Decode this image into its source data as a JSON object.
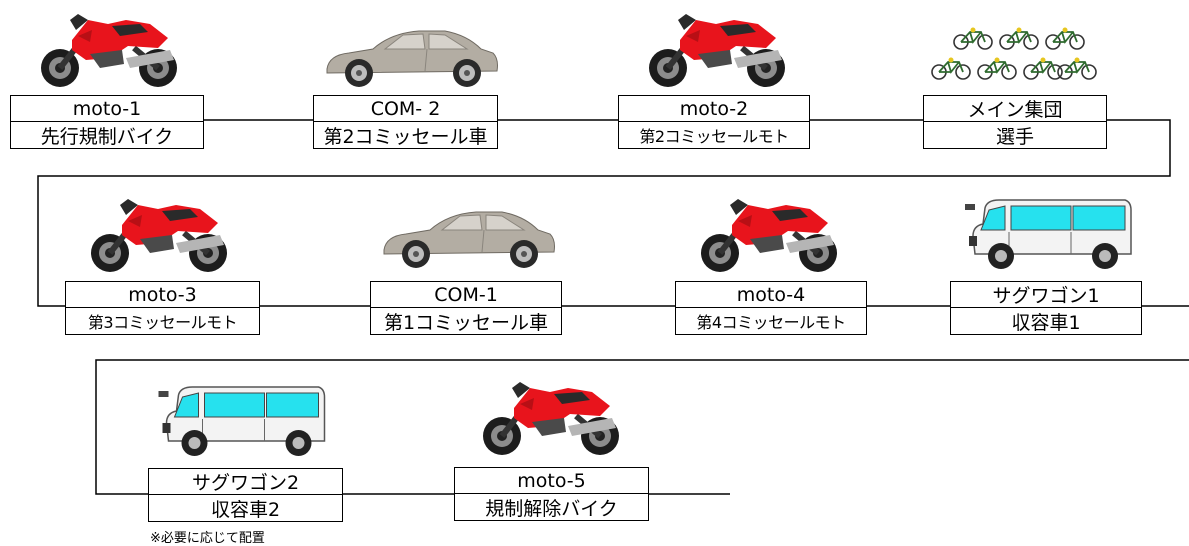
{
  "units": [
    {
      "id": "moto-1",
      "vehicle": "motorcycle-icon",
      "code": "moto-1",
      "role": "先行規制バイク"
    },
    {
      "id": "com-2",
      "vehicle": "car-icon",
      "code": "COM- 2",
      "role": "第2コミッセール車"
    },
    {
      "id": "moto-2",
      "vehicle": "motorcycle-icon",
      "code": "moto-2",
      "role": "第2コミッセールモト"
    },
    {
      "id": "main-group",
      "vehicle": "bicycles-icon",
      "code": "メイン集団",
      "role": "選手"
    },
    {
      "id": "moto-3",
      "vehicle": "motorcycle-icon",
      "code": "moto-3",
      "role": "第3コミッセールモト"
    },
    {
      "id": "com-1",
      "vehicle": "car-icon",
      "code": "COM-1",
      "role": "第1コミッセール車"
    },
    {
      "id": "moto-4",
      "vehicle": "motorcycle-icon",
      "code": "moto-4",
      "role": "第4コミッセールモト"
    },
    {
      "id": "wagon-1",
      "vehicle": "van-icon",
      "code": "サグワゴン1",
      "role": "収容車1"
    },
    {
      "id": "wagon-2",
      "vehicle": "van-icon",
      "code": "サグワゴン2",
      "role": "収容車2"
    },
    {
      "id": "moto-5",
      "vehicle": "motorcycle-icon",
      "code": "moto-5",
      "role": "規制解除バイク"
    }
  ],
  "note": "※必要に応じて配置",
  "colors": {
    "motorcycle_body": "#e8141c",
    "car_body": "#b3ada3",
    "van_window": "#26e1ee",
    "bike_frame": "#2f6b2f",
    "line": "#000000"
  }
}
